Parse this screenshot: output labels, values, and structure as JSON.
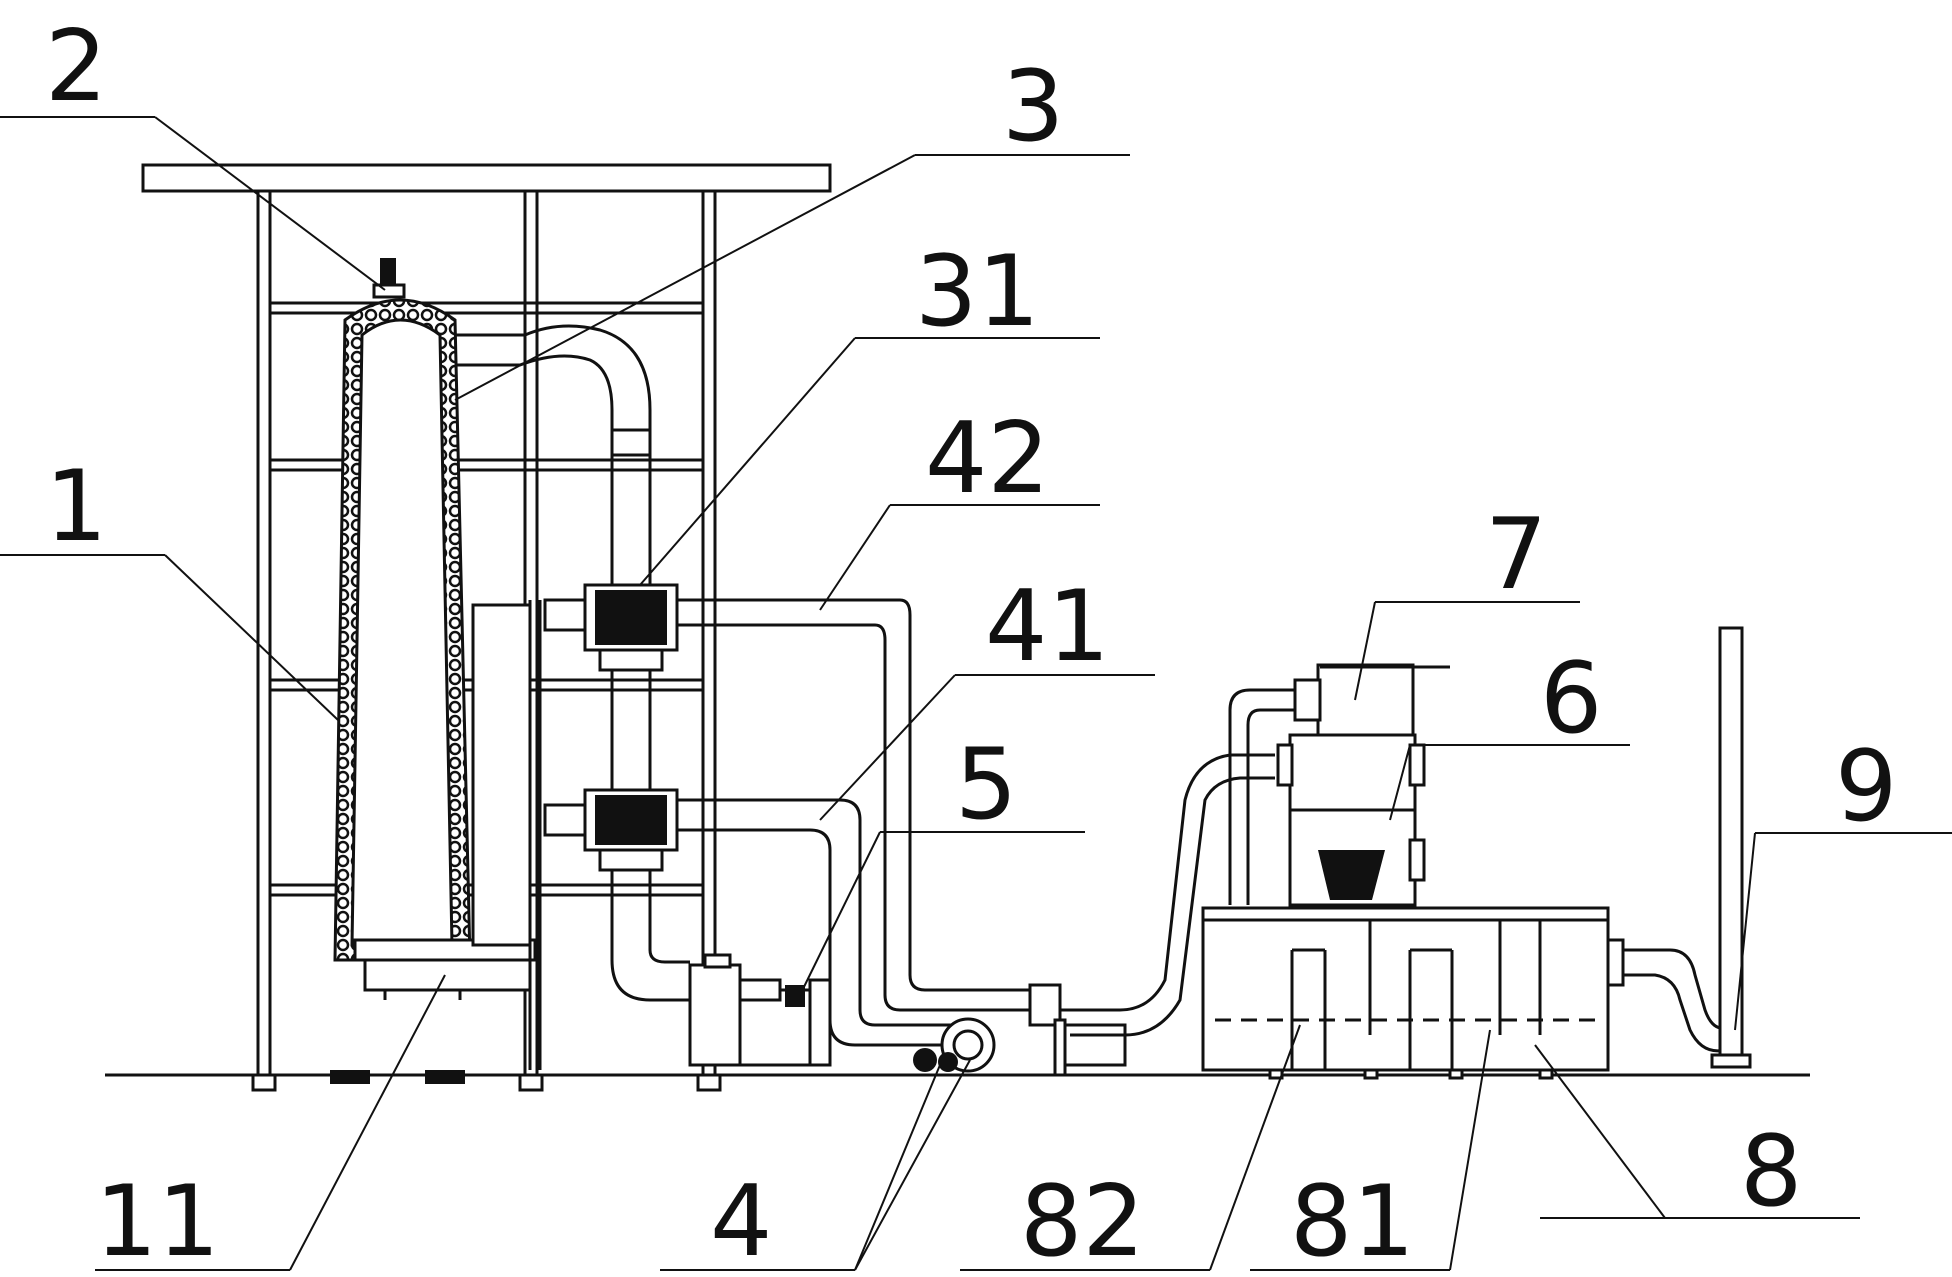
{
  "labels": {
    "l1": "1",
    "l2": "2",
    "l3": "3",
    "l31": "31",
    "l42": "42",
    "l41": "41",
    "l5": "5",
    "l7": "7",
    "l6": "6",
    "l9": "9",
    "l11": "11",
    "l4": "4",
    "l82": "82",
    "l81": "81",
    "l8": "8"
  }
}
